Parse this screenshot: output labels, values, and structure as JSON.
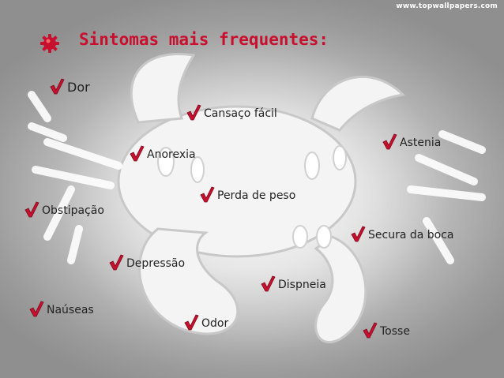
{
  "watermark": "www.topwallpapers.com",
  "title": "Sintomas mais frequentes:",
  "colors": {
    "title": "#c8102e",
    "check": "#c8102e",
    "text": "#222222"
  },
  "icons": {
    "bullet": "red-gear-icon",
    "item": "red-checkmark-icon"
  },
  "symptoms": [
    "Dor",
    "Cansaço fácil",
    "Astenia",
    "Anorexia",
    "Perda de peso",
    "Obstipação",
    "Secura da boca",
    "Depressão",
    "Dispneia",
    "Naúseas",
    "Odor",
    "Tosse"
  ]
}
